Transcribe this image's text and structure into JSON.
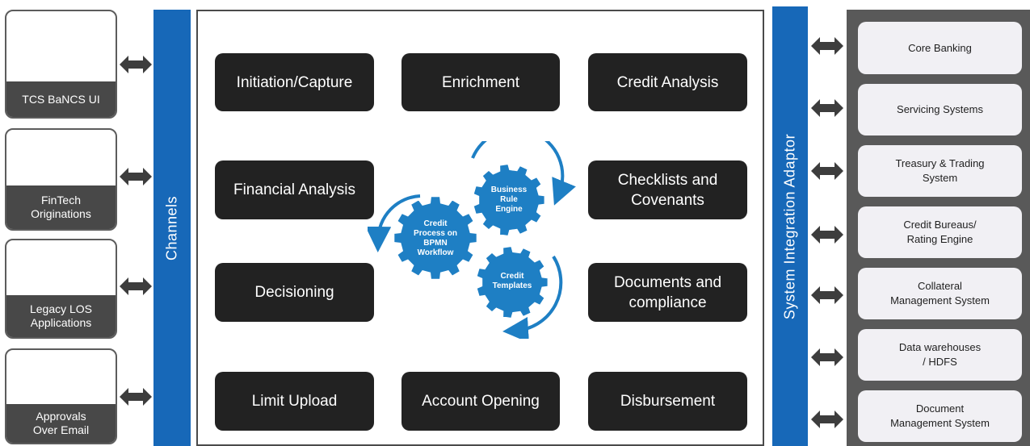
{
  "channels": {
    "label": "Channels",
    "sources": [
      "TCS BaNCS UI",
      "FinTech\nOriginations",
      "Legacy LOS\nApplications",
      "Approvals\nOver Email"
    ]
  },
  "process": {
    "steps": [
      "Initiation/Capture",
      "Enrichment",
      "Credit Analysis",
      "Financial Analysis",
      "Checklists and\nCovenants",
      "Decisioning",
      "Documents and\ncompliance",
      "Limit Upload",
      "Account Opening",
      "Disbursement"
    ],
    "gears": {
      "workflow": "Credit\nProcess on\nBPMN\nWorkflow",
      "rule_engine": "Business\nRule\nEngine",
      "templates": "Credit\nTemplates"
    }
  },
  "integration": {
    "label": "System  Integration  Adaptor",
    "targets": [
      "Core Banking",
      "Servicing Systems",
      "Treasury & Trading\nSystem",
      "Credit Bureaus/\nRating Engine",
      "Collateral\nManagement System",
      "Data warehouses\n/ HDFS",
      "Document\nManagement System"
    ]
  },
  "colors": {
    "blue": "#1768b8",
    "dark_box": "#222222",
    "gray_panel": "#595959",
    "gear_blue": "#1e7fc4"
  }
}
